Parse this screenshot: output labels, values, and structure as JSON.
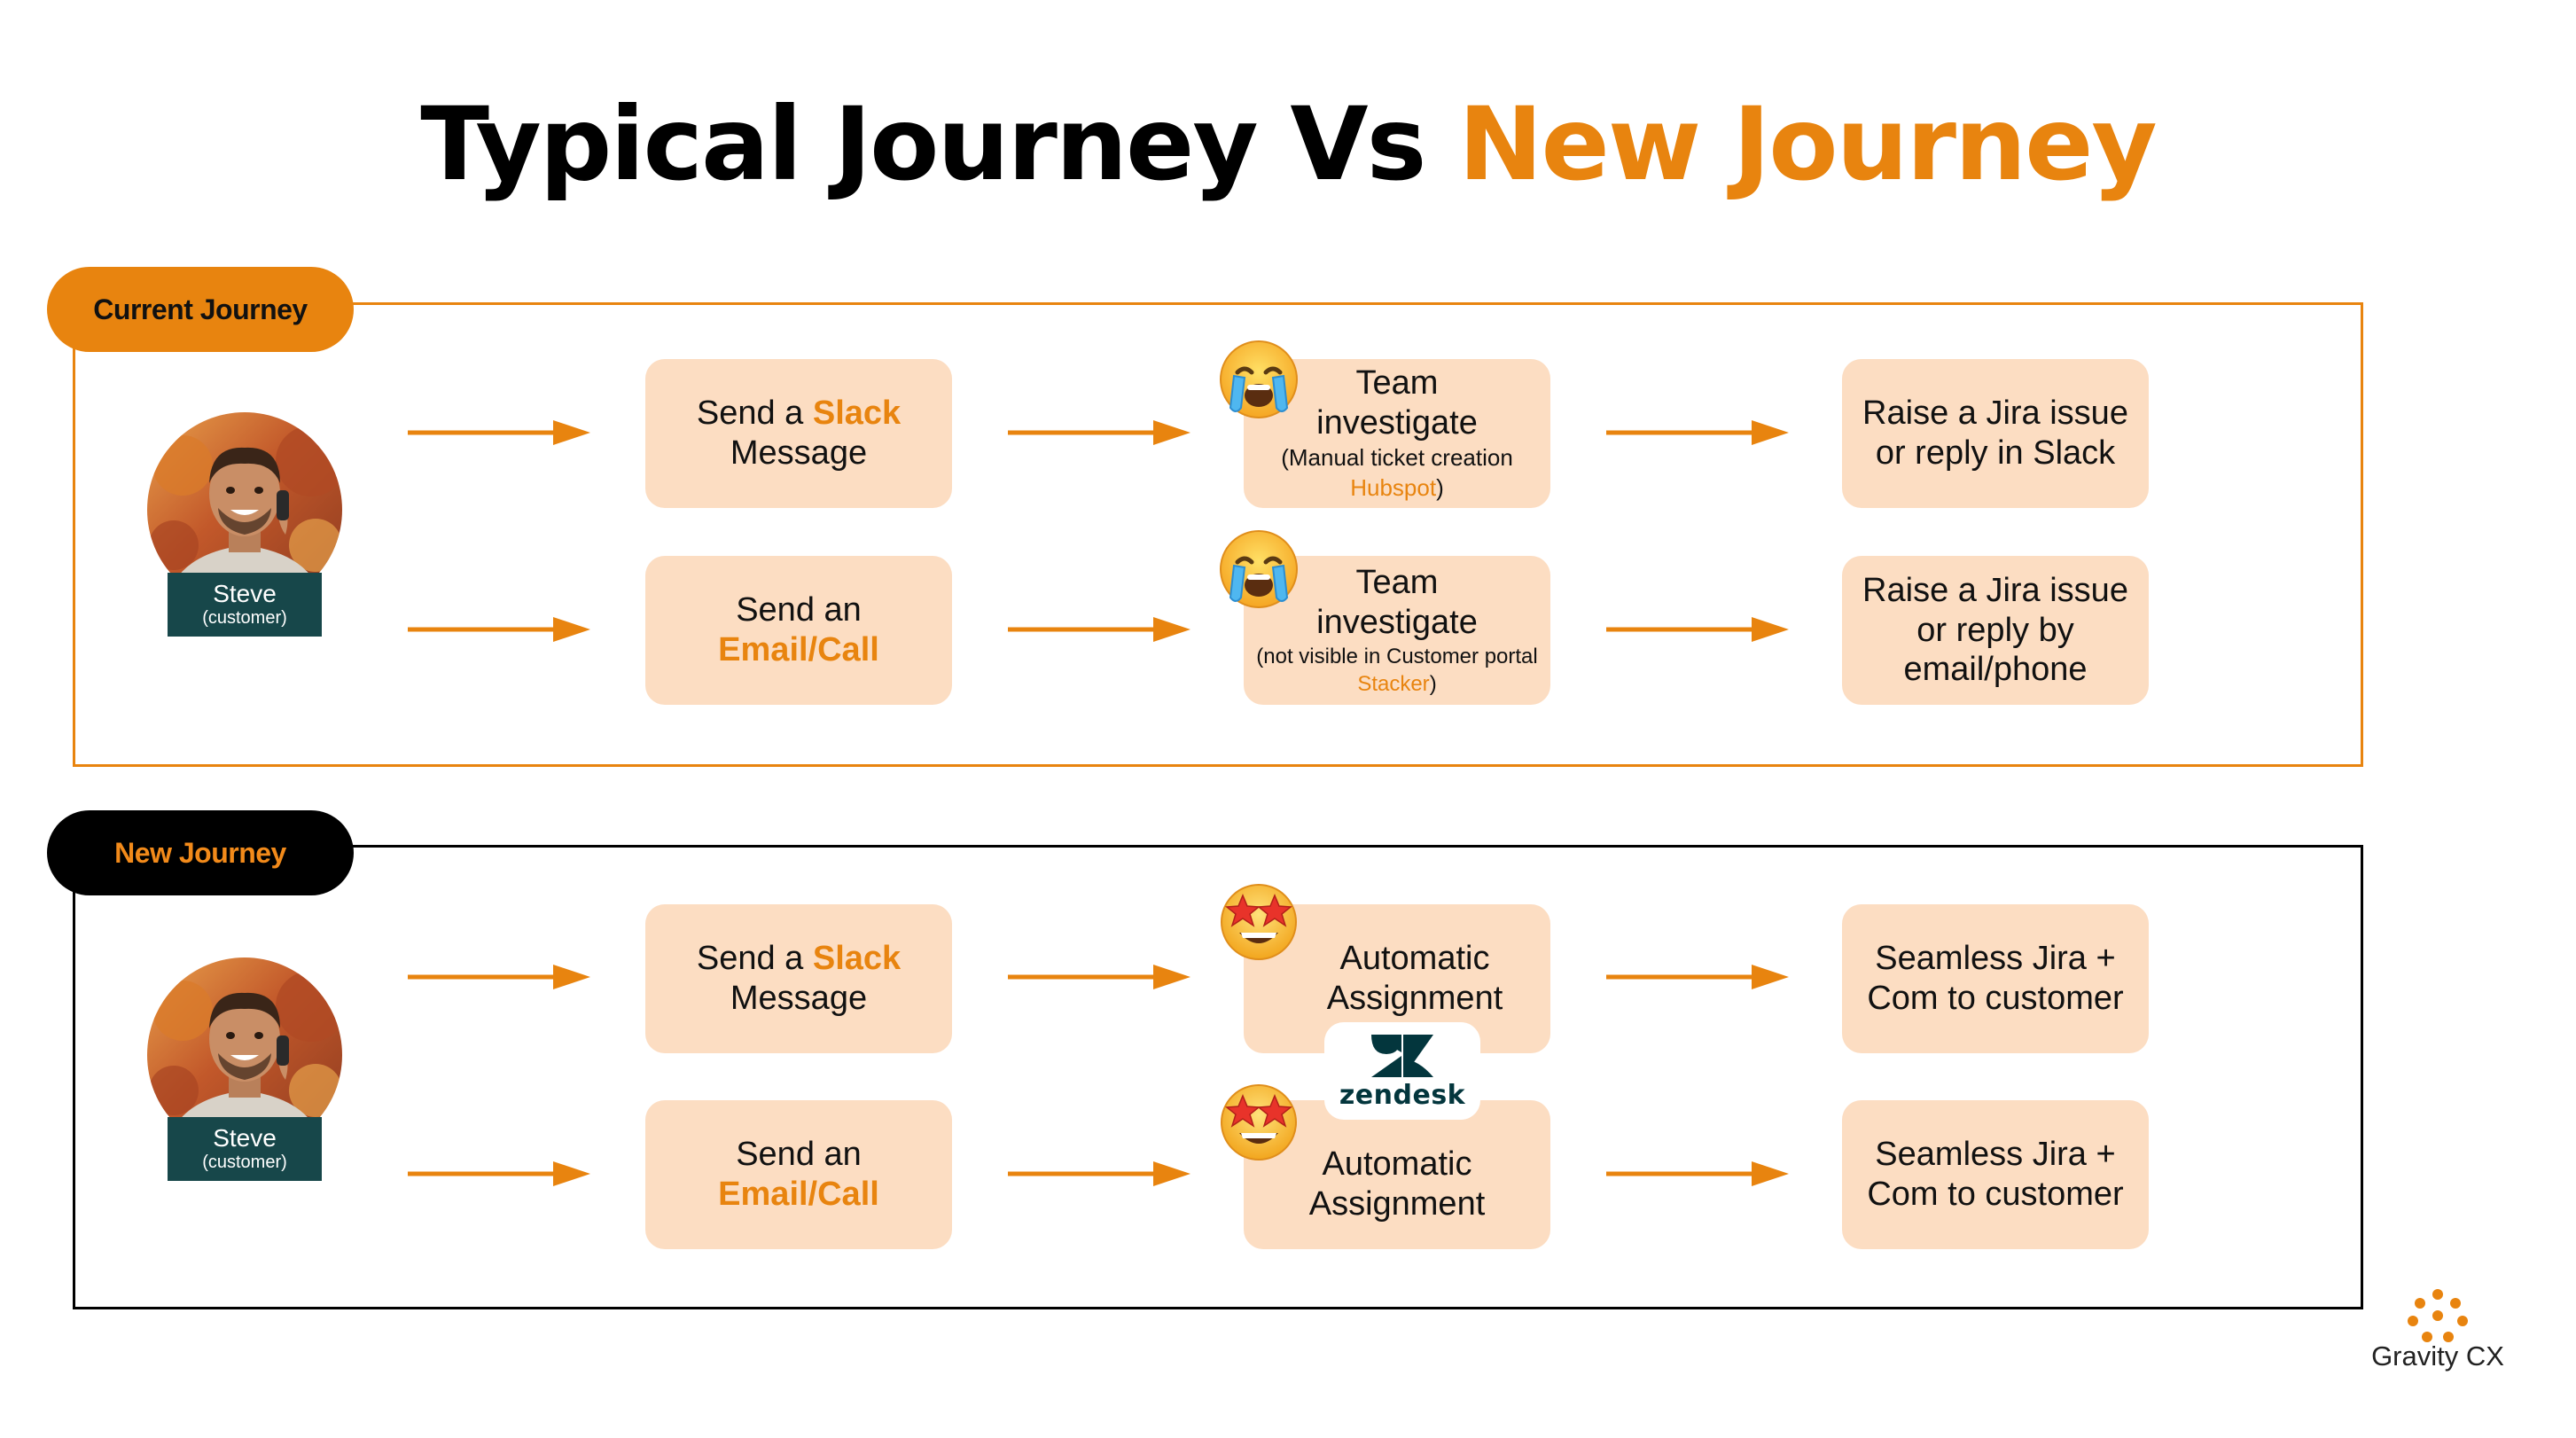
{
  "title": {
    "part1": "Typical Journey Vs ",
    "part2": "New Journey"
  },
  "colors": {
    "accent": "#E8840F",
    "step_bg": "#FCDDC2",
    "tag_bg": "#17474A",
    "zendesk": "#03363D"
  },
  "current": {
    "label": "Current Journey",
    "customer": {
      "name": "Steve",
      "role": "(customer)"
    },
    "rows": [
      {
        "step1": {
          "pre": "Send a ",
          "highlight": "Slack",
          "post": "Message"
        },
        "step2": {
          "line1": "Team",
          "line2": "investigate",
          "small_pre": "(Manual ticket creation ",
          "small_highlight": "Hubspot",
          "small_post": ")"
        },
        "step3": {
          "text": "Raise a Jira issue or reply in Slack"
        },
        "emoji": "crying-face-icon"
      },
      {
        "step1": {
          "pre": "Send an",
          "highlight": "Email/Call"
        },
        "step2": {
          "line1": "Team",
          "line2": "investigate",
          "small_pre": "(not visible in Customer portal ",
          "small_highlight": "Stacker",
          "small_post": ")"
        },
        "step3": {
          "text": "Raise a Jira issue or reply by email/phone"
        },
        "emoji": "crying-face-icon"
      }
    ]
  },
  "new": {
    "label": "New Journey",
    "customer": {
      "name": "Steve",
      "role": "(customer)"
    },
    "rows": [
      {
        "step1": {
          "pre": "Send a ",
          "highlight": "Slack",
          "post": "Message"
        },
        "step2": {
          "text": "Automatic Assignment"
        },
        "step3": {
          "text": "Seamless Jira + Com to customer"
        },
        "emoji": "star-struck-face-icon"
      },
      {
        "step1": {
          "pre": "Send an",
          "highlight": "Email/Call"
        },
        "step2": {
          "text": "Automatic Assignment"
        },
        "step3": {
          "text": "Seamless Jira + Com to customer"
        },
        "emoji": "star-struck-face-icon"
      }
    ]
  },
  "zendesk": {
    "label": "zendesk"
  },
  "brand": {
    "name": "Gravity CX"
  }
}
